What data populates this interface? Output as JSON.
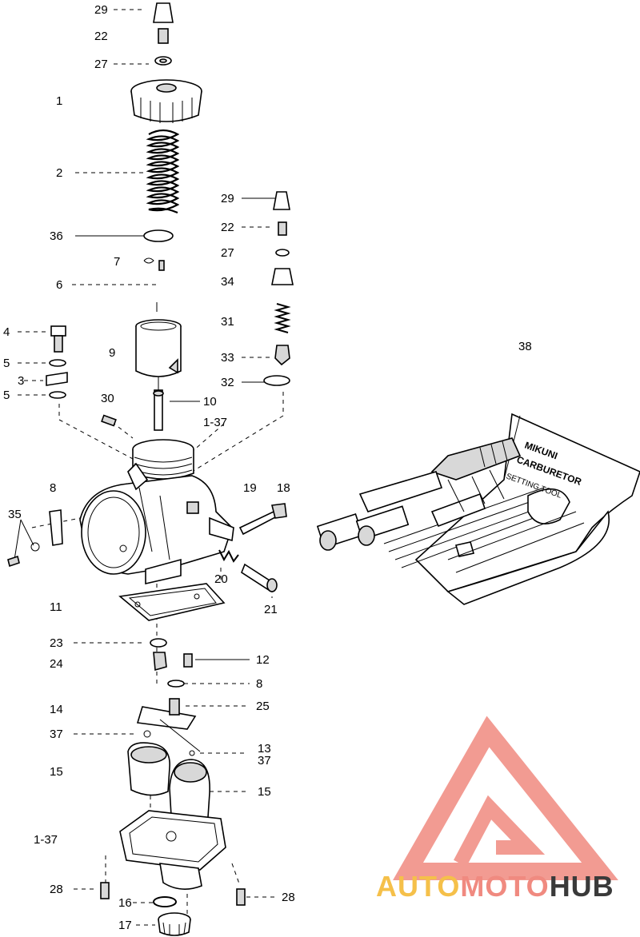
{
  "callouts": [
    {
      "id": "c29a",
      "text": "29"
    },
    {
      "id": "c22a",
      "text": "22"
    },
    {
      "id": "c27a",
      "text": "27"
    },
    {
      "id": "c1",
      "text": "1"
    },
    {
      "id": "c2",
      "text": "2"
    },
    {
      "id": "c36",
      "text": "36"
    },
    {
      "id": "c7",
      "text": "7"
    },
    {
      "id": "c6",
      "text": "6"
    },
    {
      "id": "c4",
      "text": "4"
    },
    {
      "id": "c9",
      "text": "9"
    },
    {
      "id": "c5a",
      "text": "5"
    },
    {
      "id": "c3",
      "text": "3"
    },
    {
      "id": "c5b",
      "text": "5"
    },
    {
      "id": "c30",
      "text": "30"
    },
    {
      "id": "c10",
      "text": "10"
    },
    {
      "id": "c137a",
      "text": "1-37"
    },
    {
      "id": "c29b",
      "text": "29"
    },
    {
      "id": "c22b",
      "text": "22"
    },
    {
      "id": "c27b",
      "text": "27"
    },
    {
      "id": "c34",
      "text": "34"
    },
    {
      "id": "c31",
      "text": "31"
    },
    {
      "id": "c33",
      "text": "33"
    },
    {
      "id": "c32",
      "text": "32"
    },
    {
      "id": "c38",
      "text": "38"
    },
    {
      "id": "c8a",
      "text": "8"
    },
    {
      "id": "c19",
      "text": "19"
    },
    {
      "id": "c18",
      "text": "18"
    },
    {
      "id": "c35",
      "text": "35"
    },
    {
      "id": "c20",
      "text": "20"
    },
    {
      "id": "c21",
      "text": "21"
    },
    {
      "id": "c11",
      "text": "11"
    },
    {
      "id": "c23",
      "text": "23"
    },
    {
      "id": "c24",
      "text": "24"
    },
    {
      "id": "c12",
      "text": "12"
    },
    {
      "id": "c8b",
      "text": "8"
    },
    {
      "id": "c14",
      "text": "14"
    },
    {
      "id": "c25",
      "text": "25"
    },
    {
      "id": "c37a",
      "text": "37"
    },
    {
      "id": "c13",
      "text": "13"
    },
    {
      "id": "c37b",
      "text": "37"
    },
    {
      "id": "c15a",
      "text": "15"
    },
    {
      "id": "c15b",
      "text": "15"
    },
    {
      "id": "c137b",
      "text": "1-37"
    },
    {
      "id": "c28a",
      "text": "28"
    },
    {
      "id": "c28b",
      "text": "28"
    },
    {
      "id": "c16",
      "text": "16"
    },
    {
      "id": "c17",
      "text": "17"
    }
  ],
  "tool_kit": {
    "label_line1": "MIKUNI",
    "label_line2": "CARBURETOR",
    "label_line3": "SETTING TOOL"
  },
  "watermark": {
    "part1": "AUTO",
    "part2": "MOTO",
    "part3": "HUB",
    "color_primary": "#f08a80",
    "color_secondary": "#f5c04a",
    "color_dark": "#3a3a3a"
  }
}
